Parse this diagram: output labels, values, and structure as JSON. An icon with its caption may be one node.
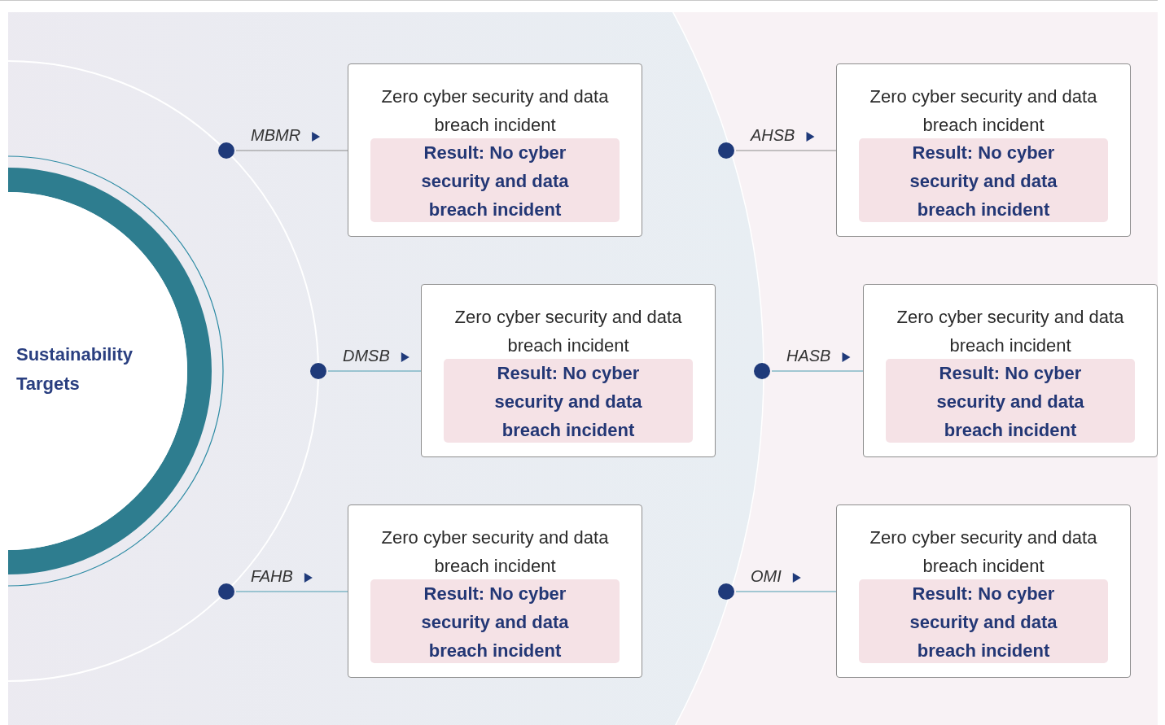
{
  "diagram": {
    "nodes": [
      {
        "text": [
          "Sustainability Targets"
        ]
      },
      {
        "text": [],
        "shape": "circle"
      },
      {
        "text": [
          "Zero cyber security and data breach incident",
          "Result: No cyber security and data breach incident"
        ]
      },
      {
        "text": [],
        "shape": "circle"
      },
      {
        "text": [
          "Zero cyber security and data breach incident",
          "Result: No cyber security and data breach incident"
        ]
      },
      {
        "text": [],
        "shape": "circle"
      },
      {
        "text": [
          "Zero cyber security and data breach incident",
          "Result: No cyber security and data breach incident"
        ]
      },
      {
        "text": [],
        "shape": "circle"
      },
      {
        "text": [
          "Zero cyber security and data breach incident",
          "Result: No cyber security and data breach incident"
        ]
      },
      {
        "text": [],
        "shape": "circle"
      },
      {
        "text": [
          "Zero cyber security and data breach incident",
          "Result: No cyber security and data breach incident"
        ]
      },
      {
        "text": [],
        "shape": "circle"
      },
      {
        "text": [
          "Zero cyber security and data breach incident",
          "Result: No cyber security and data breach incident"
        ]
      }
    ],
    "edges": [
      {
        "from": 1,
        "to": 2,
        "arrow": "none",
        "label": "MBMR",
        "color": "#8c8c8c"
      },
      {
        "from": 3,
        "to": 4,
        "arrow": "none",
        "label": "AHSB",
        "color": "#8c8c8c"
      },
      {
        "from": 5,
        "to": 6,
        "arrow": "none",
        "label": "DMSB"
      },
      {
        "from": 7,
        "to": 8,
        "arrow": "none",
        "label": "HASB"
      },
      {
        "from": 9,
        "to": 10,
        "arrow": "none",
        "label": "FAHB"
      },
      {
        "from": 11,
        "to": 12,
        "arrow": "none",
        "label": "OMI"
      }
    ]
  }
}
